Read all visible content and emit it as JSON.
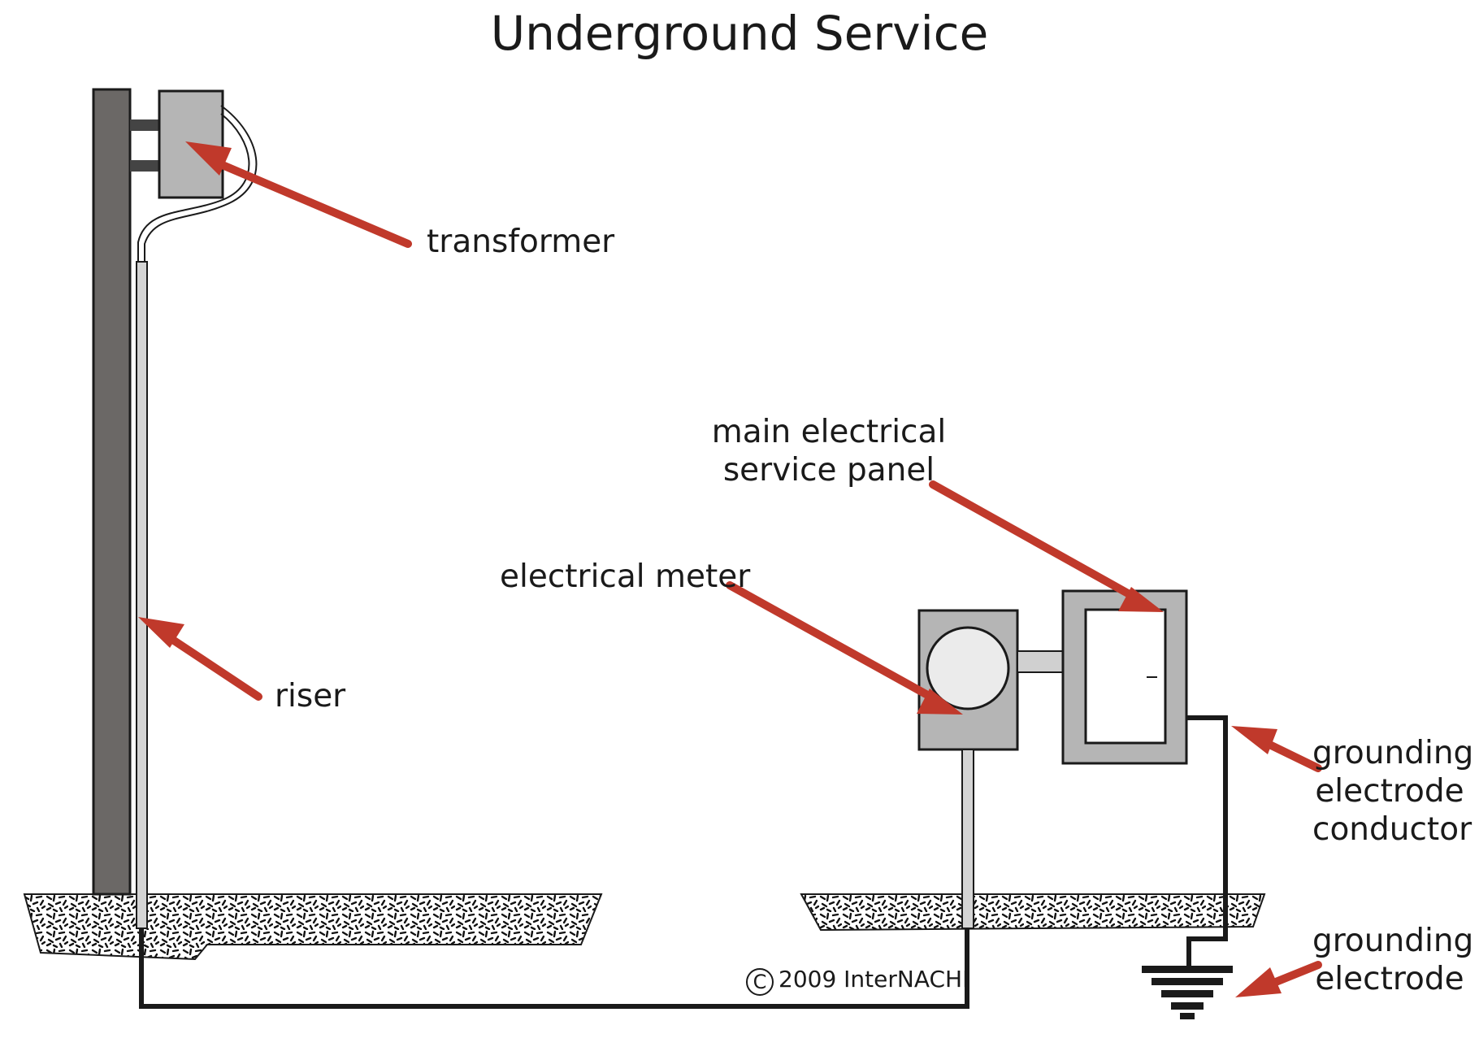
{
  "title": "Underground Service",
  "labels": {
    "transformer": "transformer",
    "riser": "riser",
    "electrical_meter": "electrical meter",
    "main_panel_line1": "main electrical",
    "main_panel_line2": "service panel",
    "gec_line1": "grounding",
    "gec_line2": "electrode",
    "gec_line3": "conductor",
    "ge_line1": "grounding",
    "ge_line2": "electrode"
  },
  "copyright": {
    "symbol": "C",
    "text": "2009  InterNACHI"
  },
  "colors": {
    "arrow": "#c0392b",
    "pole": "#6b6866",
    "equipment": "#b5b5b5",
    "riser": "#d4d4d4",
    "wire": "#1a1a1a",
    "ground_fill": "#d8d8d8"
  }
}
